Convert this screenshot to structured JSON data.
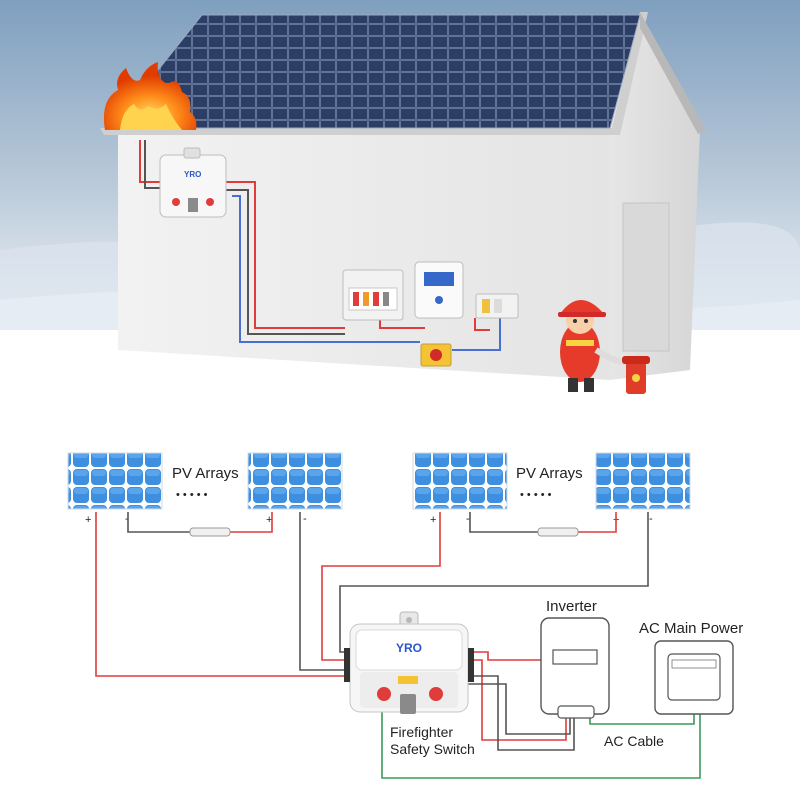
{
  "scene": {
    "sky_color": "#8aa9c6",
    "snow_color": "#e9eef5",
    "house_wall_color": "#ececec",
    "roof_panel_color": "#1f2a44",
    "fire_color": "#ff7a00"
  },
  "brand_text": "YRO",
  "labels": {
    "pv_arrays_left": "PV Arrays",
    "pv_arrays_right": "PV Arrays",
    "dots": "• • • • •",
    "inverter": "Inverter",
    "ac_main_power": "AC Main Power",
    "ac_cable": "AC Cable",
    "firefighter_line1": "Firefighter",
    "firefighter_line2": "Safety Switch",
    "plus": "+",
    "minus": "-"
  },
  "wire_colors": {
    "positive": "#e03c3c",
    "negative": "#555555",
    "ac": "#3a9a5c"
  }
}
